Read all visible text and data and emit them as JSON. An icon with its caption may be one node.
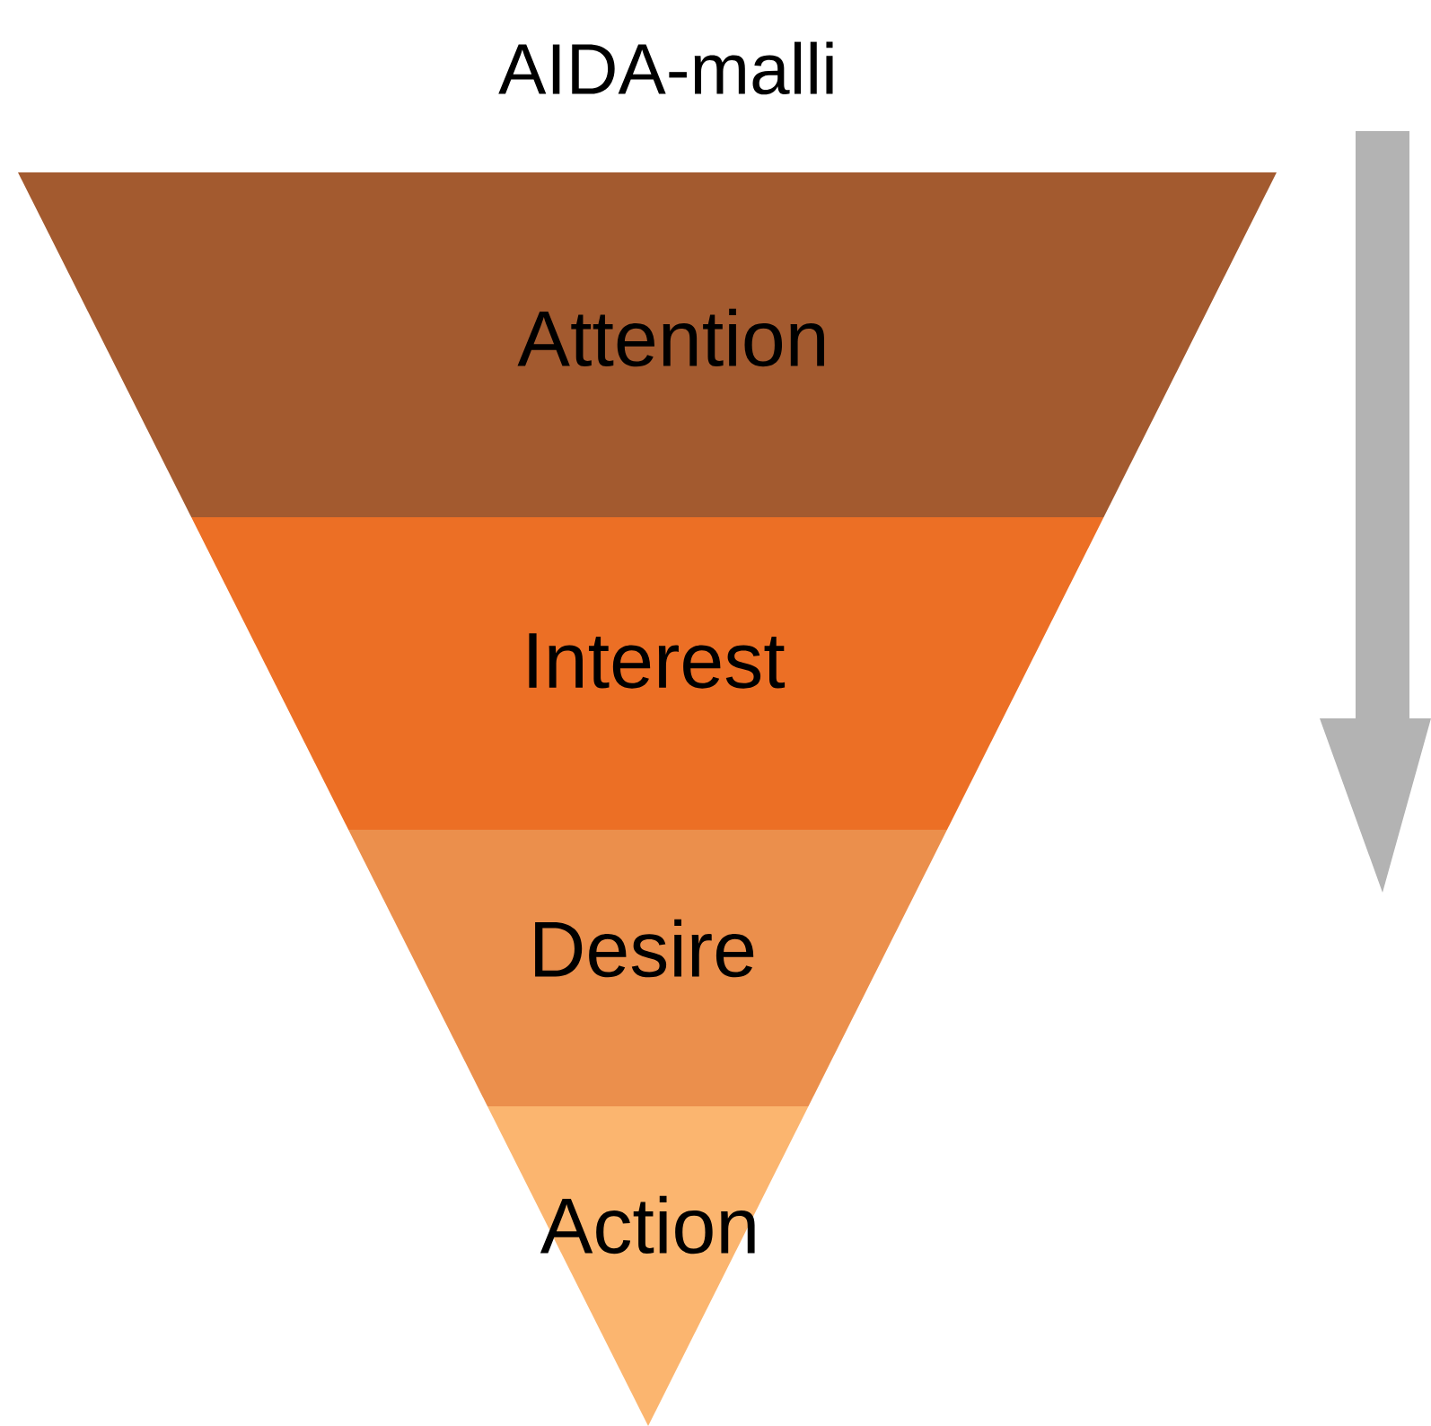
{
  "diagram": {
    "title": "AIDA-malli",
    "nodes": [
      {
        "text": [
          "Attention"
        ]
      },
      {
        "text": [
          "Interest"
        ]
      },
      {
        "text": [
          "Desire"
        ]
      },
      {
        "text": [
          "Action"
        ]
      }
    ]
  }
}
